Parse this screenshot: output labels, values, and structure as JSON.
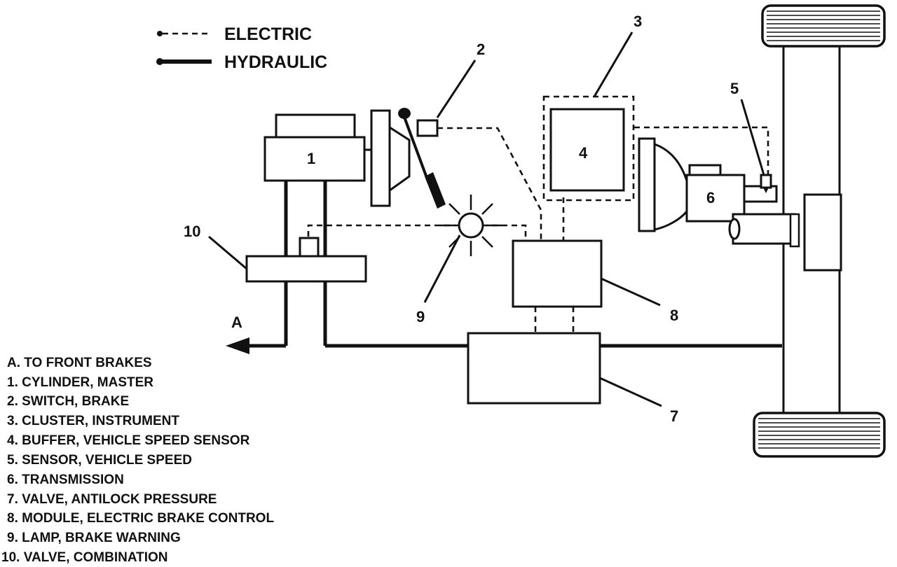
{
  "legend": {
    "electric": "ELECTRIC",
    "hydraulic": "HYDRAULIC"
  },
  "callouts": {
    "c1": "1",
    "c2": "2",
    "c3": "3",
    "c4": "4",
    "c5": "5",
    "c6": "6",
    "c7": "7",
    "c8": "8",
    "c9": "9",
    "c10": "10",
    "cA": "A"
  },
  "key": [
    "A. TO FRONT BRAKES",
    "1. CYLINDER, MASTER",
    "2. SWITCH, BRAKE",
    "3. CLUSTER, INSTRUMENT",
    "4. BUFFER, VEHICLE SPEED SENSOR",
    "5. SENSOR, VEHICLE SPEED",
    "6. TRANSMISSION",
    "7. VALVE, ANTILOCK PRESSURE",
    "8. MODULE, ELECTRIC BRAKE CONTROL",
    "9. LAMP, BRAKE WARNING",
    "10. VALVE, COMBINATION"
  ]
}
